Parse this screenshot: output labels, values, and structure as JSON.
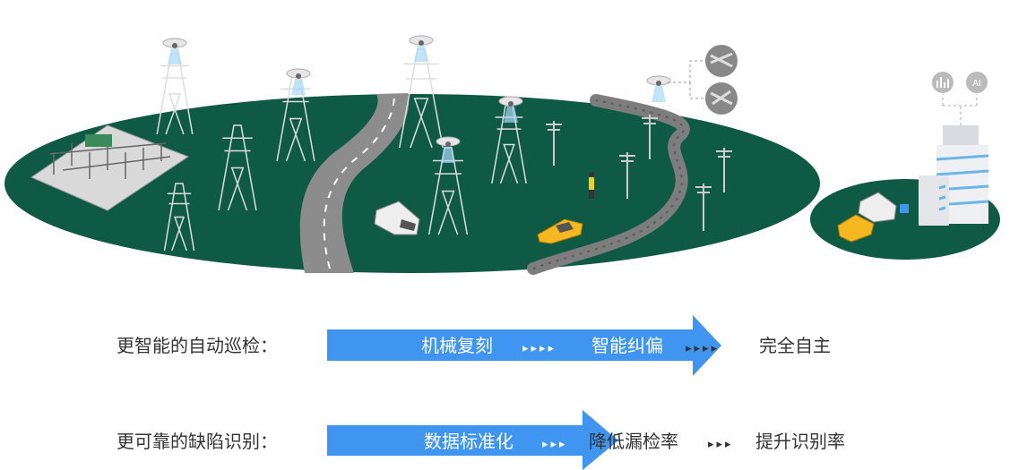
{
  "rows": [
    {
      "label": "更智能的自动巡检：",
      "steps": [
        "机械复刻",
        "智能纠偏",
        "完全自主"
      ],
      "separator": "▸▸▸▸",
      "separator2": "▸▸▸▸"
    },
    {
      "label": "更可靠的缺陷识别：",
      "steps": [
        "数据标准化",
        "降低漏检率",
        "提升识别率"
      ],
      "separator": "▸▸▸",
      "separator2": "▸▸▸"
    }
  ],
  "icons": {
    "chart": "bar-chart-icon",
    "ai": "AI"
  },
  "colors": {
    "ground": "#0e5a45",
    "road": "#8a8a8a",
    "arrow": "#3f95f0",
    "text": "#333333"
  }
}
